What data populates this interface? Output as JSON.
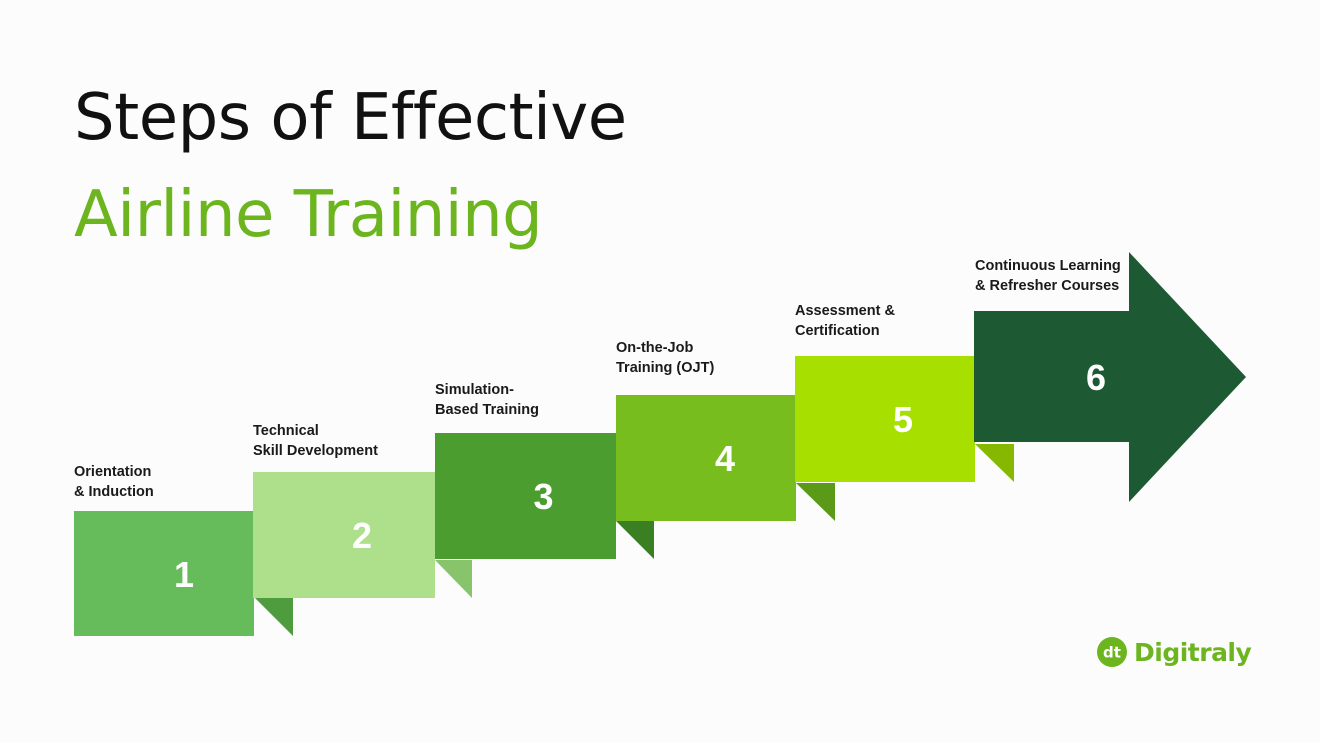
{
  "title": {
    "line1": "Steps of Effective",
    "line2": "Airline Training"
  },
  "colors": {
    "title_dark": "#111111",
    "title_accent": "#6cb51f",
    "step1": "#66bb5a",
    "step1_fold": "#4f9c3e",
    "step2": "#aee08c",
    "step2_fold": "#87c46b",
    "step3": "#4c9d2f",
    "step3_fold": "#3a8022",
    "step4": "#77bd1e",
    "step4_fold": "#5b9a18",
    "step5": "#a7e000",
    "step5_fold": "#86b800",
    "step6": "#1d5a33"
  },
  "steps": [
    {
      "number": "1",
      "label_lines": [
        "Orientation",
        "& Induction"
      ]
    },
    {
      "number": "2",
      "label_lines": [
        "Technical",
        "Skill Development"
      ]
    },
    {
      "number": "3",
      "label_lines": [
        "Simulation-",
        "Based Training"
      ]
    },
    {
      "number": "4",
      "label_lines": [
        "On-the-Job",
        "Training (OJT)"
      ]
    },
    {
      "number": "5",
      "label_lines": [
        "Assessment &",
        "Certification"
      ]
    },
    {
      "number": "6",
      "label_lines": [
        "Continuous Learning",
        "& Refresher Courses"
      ]
    }
  ],
  "logo": {
    "mark_text": "dt",
    "name": "Digitraly"
  }
}
